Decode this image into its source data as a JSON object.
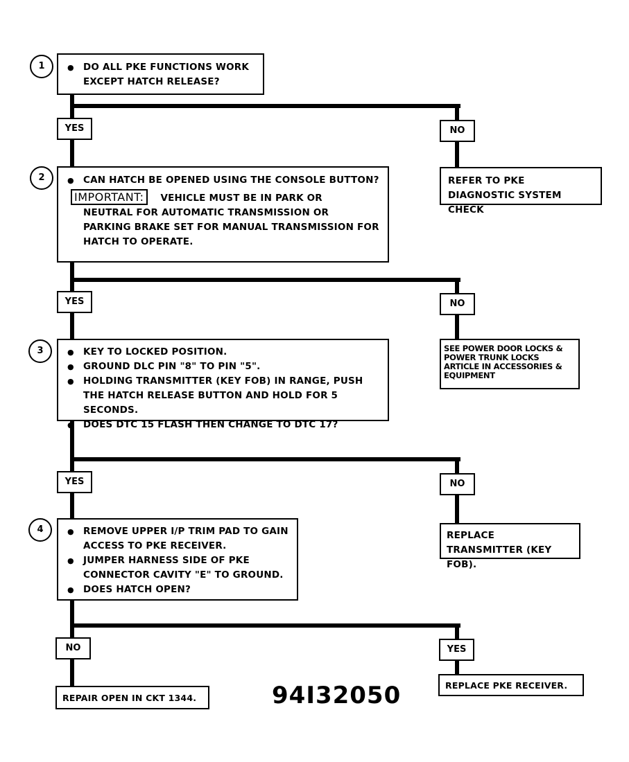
{
  "steps": {
    "s1": {
      "number": "1",
      "bullets": [
        "DO ALL PKE FUNCTIONS WORK EXCEPT HATCH RELEASE?"
      ]
    },
    "s2": {
      "number": "2",
      "bullets": [
        "CAN HATCH BE OPENED USING THE CONSOLE BUTTON?"
      ],
      "important_label": "IMPORTANT:",
      "note_first": "VEHICLE MUST BE IN PARK OR",
      "note_rest": [
        "NEUTRAL FOR AUTOMATIC TRANSMISSION OR",
        "PARKING BRAKE SET FOR MANUAL TRANSMISSION FOR",
        "HATCH TO OPERATE."
      ]
    },
    "s3": {
      "number": "3",
      "bullets": [
        "KEY TO LOCKED POSITION.",
        "GROUND DLC PIN \"8\" TO PIN \"5\".",
        "HOLDING TRANSMITTER (KEY FOB) IN RANGE, PUSH THE HATCH RELEASE BUTTON AND HOLD FOR 5 SECONDS.",
        "DOES DTC 15 FLASH THEN CHANGE TO DTC 17?"
      ]
    },
    "s4": {
      "number": "4",
      "bullets": [
        "REMOVE UPPER I/P TRIM PAD TO GAIN ACCESS TO PKE RECEIVER.",
        "JUMPER HARNESS SIDE OF PKE CONNECTOR CAVITY \"E\" TO GROUND.",
        "DOES HATCH OPEN?"
      ]
    }
  },
  "outcomes": {
    "o1": "REFER TO PKE DIAGNOSTIC SYSTEM CHECK",
    "o2": "SEE POWER DOOR LOCKS & POWER TRUNK LOCKS ARTICLE IN ACCESSORIES & EQUIPMENT",
    "o3": "REPLACE TRANSMITTER (KEY FOB).",
    "o4": "REPAIR OPEN IN CKT 1344.",
    "o5": "REPLACE PKE RECEIVER."
  },
  "branch_labels": {
    "yes": "YES",
    "no": "NO"
  },
  "document_number": "94I32050"
}
